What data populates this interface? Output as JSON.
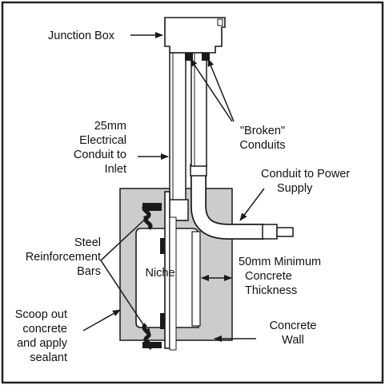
{
  "labels": {
    "junction_box": "Junction Box",
    "broken_conduits_1": "\"Broken\"",
    "broken_conduits_2": "Conduits",
    "electrical_conduit_1": "25mm",
    "electrical_conduit_2": "Electrical",
    "electrical_conduit_3": "Conduit to",
    "electrical_conduit_4": "Inlet",
    "conduit_power_1": "Conduit to Power",
    "conduit_power_2": "Supply",
    "steel_bars_1": "Steel",
    "steel_bars_2": "Reinforcement",
    "steel_bars_3": "Bars",
    "niche": "Niche",
    "min_thickness_1": "50mm Minimum",
    "min_thickness_2": "Concrete",
    "min_thickness_3": "Thickness",
    "scoop_1": "Scoop out",
    "scoop_2": "concrete",
    "scoop_3": "and apply",
    "scoop_4": "sealant",
    "concrete_wall_1": "Concrete",
    "concrete_wall_2": "Wall"
  },
  "colors": {
    "concrete": "#cccccc",
    "line": "#1a1a1a",
    "frame": "#222222"
  }
}
